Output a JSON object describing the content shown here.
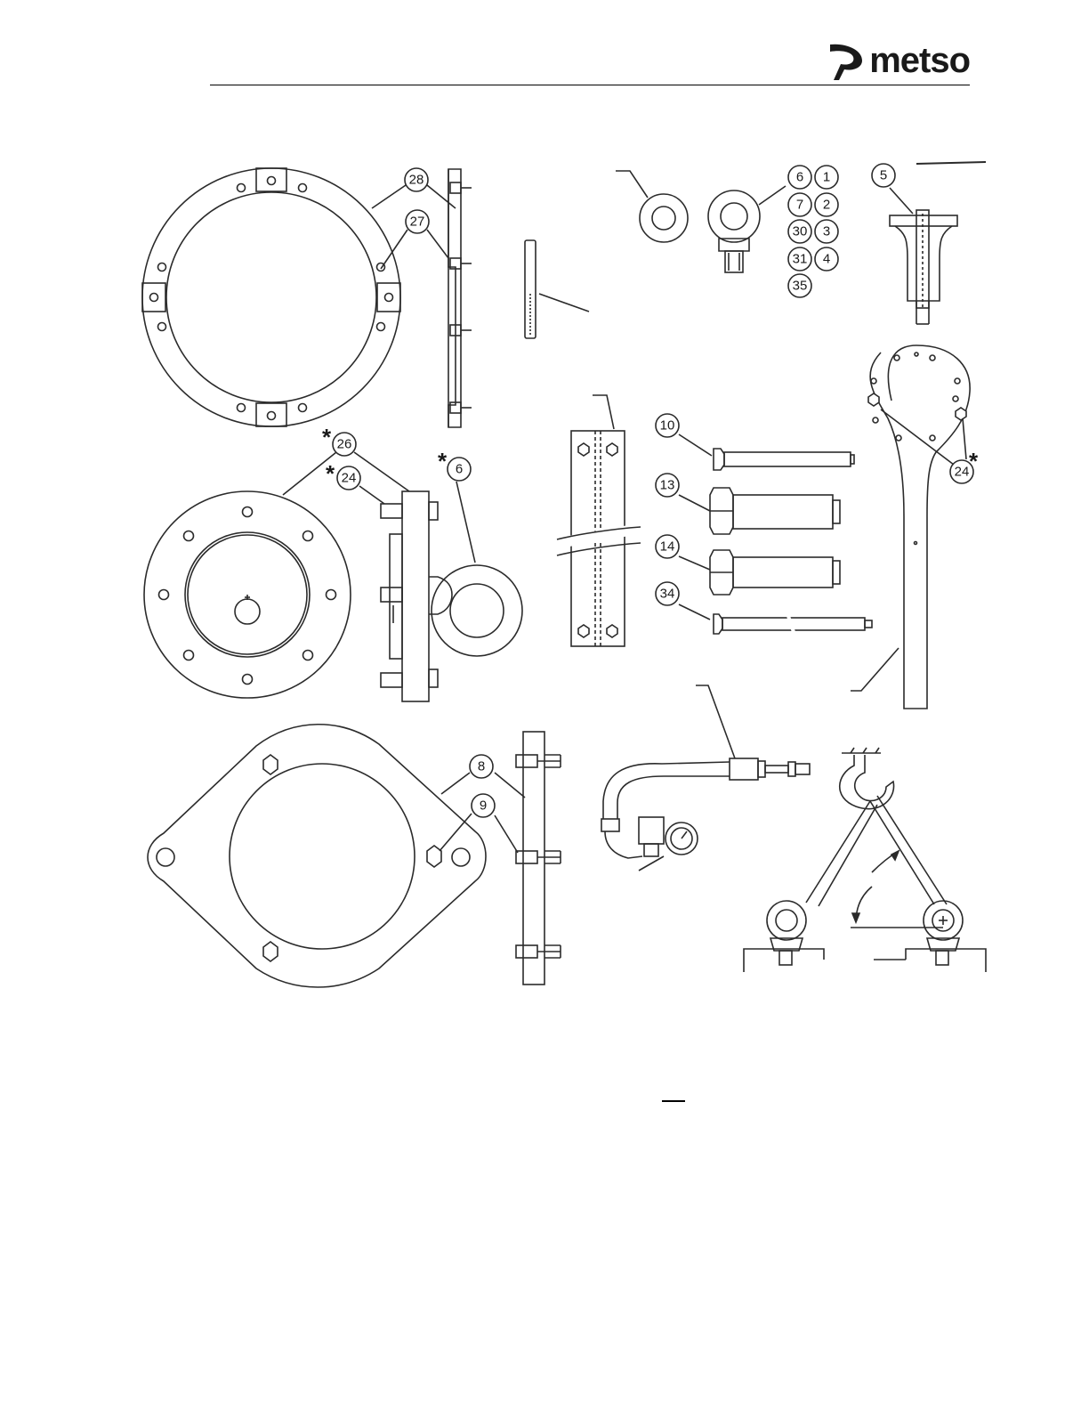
{
  "header": {
    "brand": "metso"
  },
  "callouts": {
    "c28": "28",
    "c27": "27",
    "c26": "26",
    "c24a": "24",
    "c6a": "6",
    "c6b": "6",
    "c1": "1",
    "c7": "7",
    "c2": "2",
    "c30": "30",
    "c3": "3",
    "c31": "31",
    "c4": "4",
    "c35": "35",
    "c5": "5",
    "c10": "10",
    "c13": "13",
    "c14": "14",
    "c34": "34",
    "c24b": "24",
    "c8": "8",
    "c9": "9"
  },
  "marks": {
    "star": "*"
  },
  "colors": {
    "line": "#2b2b2b",
    "text": "#1a1a1a"
  }
}
